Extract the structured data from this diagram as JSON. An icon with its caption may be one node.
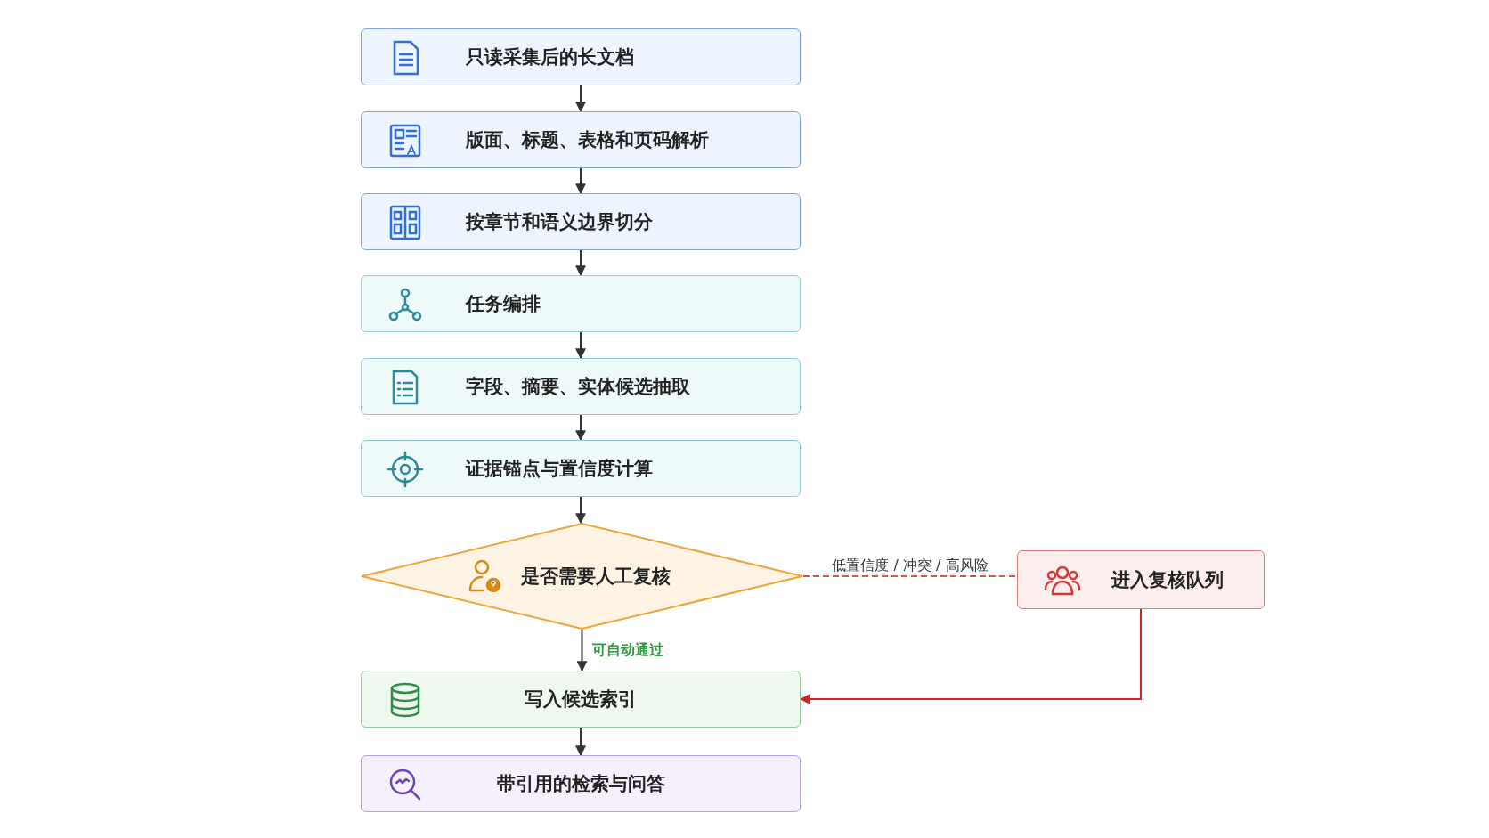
{
  "diagram": {
    "nodes": [
      {
        "text": [
          "只读采集后的长文档"
        ]
      },
      {
        "text": [
          "版面、标题、表格和页码解析"
        ]
      },
      {
        "text": [
          "按章节和语义边界切分"
        ]
      },
      {
        "text": [
          "任务编排"
        ]
      },
      {
        "text": [
          "字段、摘要、实体候选抽取"
        ]
      },
      {
        "text": [
          "证据锚点与置信度计算"
        ]
      },
      {
        "text": [
          "是否需要人工复核"
        ]
      },
      {
        "text": [
          "进入复核队列"
        ]
      },
      {
        "text": [
          "写入候选索引"
        ]
      },
      {
        "text": [
          "带引用的检索与问答"
        ]
      }
    ],
    "edges": [
      {
        "from": 0,
        "to": 1,
        "arrow": "to"
      },
      {
        "from": 1,
        "to": 2,
        "arrow": "to"
      },
      {
        "from": 2,
        "to": 3,
        "arrow": "to"
      },
      {
        "from": 3,
        "to": 4,
        "arrow": "to"
      },
      {
        "from": 4,
        "to": 5,
        "arrow": "to"
      },
      {
        "from": 5,
        "to": 6,
        "arrow": "to"
      },
      {
        "from": 6,
        "to": 8,
        "arrow": "to",
        "label": "可自动通过"
      },
      {
        "from": 6,
        "to": 7,
        "arrow": "none",
        "label": "低置信度 / 冲突 / 高风险",
        "style": "dashed",
        "color": "#d9534f"
      },
      {
        "from": 7,
        "to": 8,
        "arrow": "to",
        "color": "#c62828"
      },
      {
        "from": 8,
        "to": 9,
        "arrow": "to"
      }
    ]
  }
}
